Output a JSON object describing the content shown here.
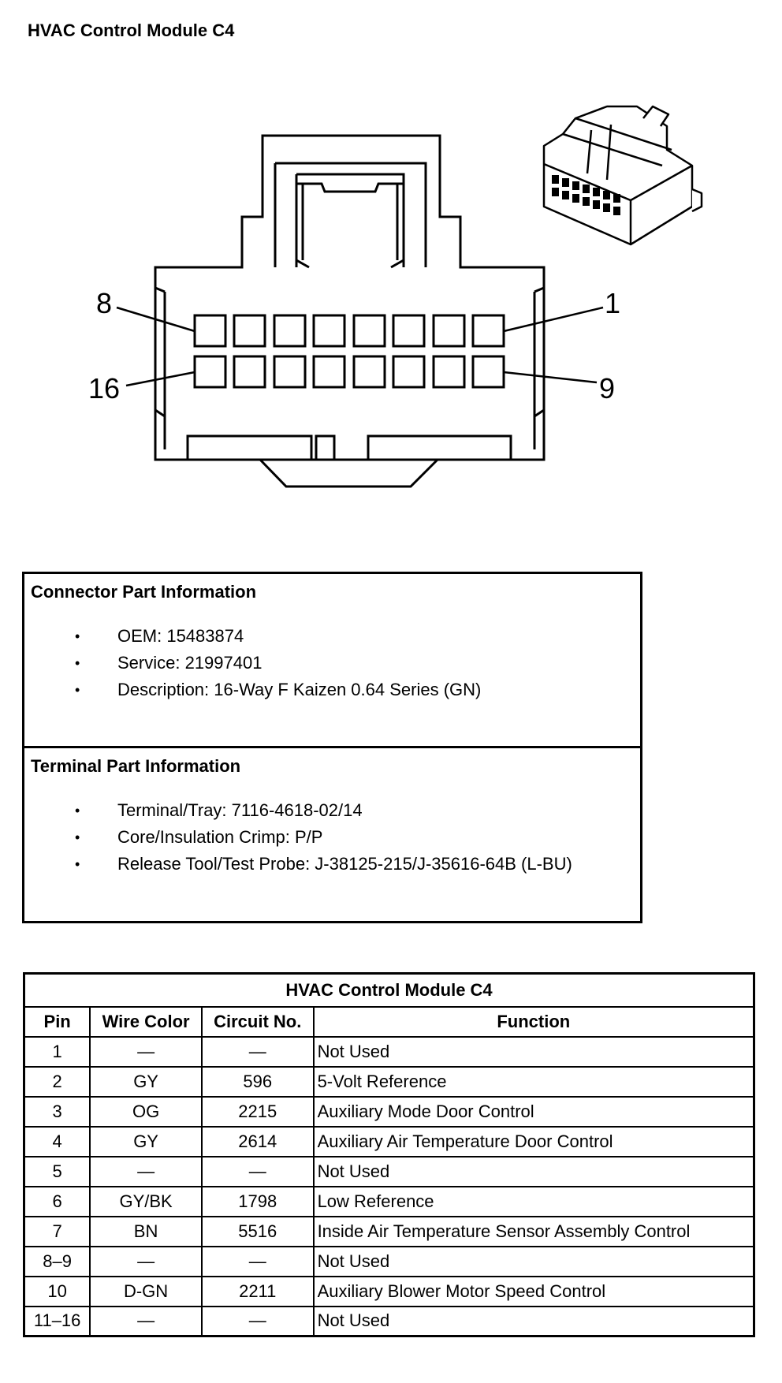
{
  "page_title": "HVAC Control Module C4",
  "diagram": {
    "pin_labels": {
      "top_left": "8",
      "top_right": "1",
      "bottom_left": "16",
      "bottom_right": "9"
    }
  },
  "connector_info": {
    "heading": "Connector Part Information",
    "items": [
      "OEM: 15483874",
      "Service: 21997401",
      "Description: 16-Way F Kaizen 0.64 Series (GN)"
    ]
  },
  "terminal_info": {
    "heading": "Terminal Part Information",
    "items": [
      "Terminal/Tray: 7116-4618-02/14",
      "Core/Insulation Crimp: P/P",
      "Release Tool/Test Probe: J-38125-215/J-35616-64B (L-BU)"
    ]
  },
  "bullet_glyph": "•",
  "pin_table": {
    "caption": "HVAC Control Module C4",
    "headers": [
      "Pin",
      "Wire Color",
      "Circuit No.",
      "Function"
    ],
    "rows": [
      [
        "1",
        "—",
        "—",
        "Not Used"
      ],
      [
        "2",
        "GY",
        "596",
        "5-Volt Reference"
      ],
      [
        "3",
        "OG",
        "2215",
        "Auxiliary Mode Door Control"
      ],
      [
        "4",
        "GY",
        "2614",
        "Auxiliary Air Temperature Door Control"
      ],
      [
        "5",
        "—",
        "—",
        "Not Used"
      ],
      [
        "6",
        "GY/BK",
        "1798",
        "Low Reference"
      ],
      [
        "7",
        "BN",
        "5516",
        "Inside Air Temperature Sensor Assembly Control"
      ],
      [
        "8–9",
        "—",
        "—",
        "Not Used"
      ],
      [
        "10",
        "D-GN",
        "2211",
        "Auxiliary Blower Motor Speed Control"
      ],
      [
        "11–16",
        "—",
        "—",
        "Not Used"
      ]
    ]
  }
}
